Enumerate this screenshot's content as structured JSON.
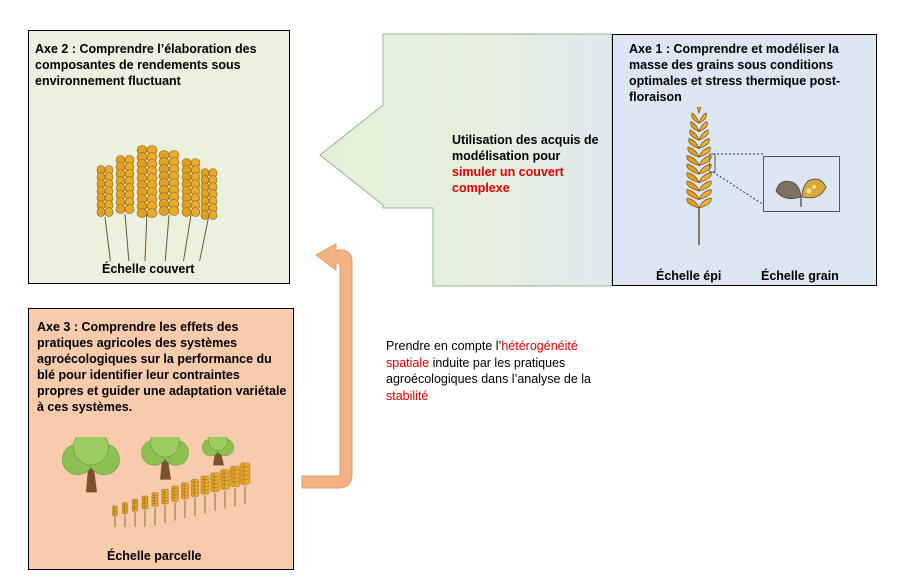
{
  "axe2": {
    "title": "Axe 2 : Comprendre l’élaboration des composantes de rendements sous environnement fluctuant",
    "caption": "Échelle couvert"
  },
  "axe1": {
    "title": "Axe 1 : Comprendre et modéliser la masse des grains sous conditions optimales  et stress thermique post-floraison",
    "caption_epi": "Échelle épi",
    "caption_grain": "Échelle grain"
  },
  "axe3": {
    "title": "Axe 3 : Comprendre les effets des pratiques agricoles des systèmes agroécologiques sur la performance du blé pour identifier leur contraintes propres et guider une adaptation variétale à ces systèmes.",
    "caption": "Échelle parcelle"
  },
  "arrow_text": {
    "part1": "Utilisation des acquis de modélisation pour ",
    "part2": "simuler un couvert complexe"
  },
  "side_note": {
    "part1": "Prendre en compte l’",
    "part2": "hétérogénéité spatiale",
    "part3": " induite par les pratiques agroécologiques dans l’analyse de la ",
    "part4": "stabilité"
  },
  "colors": {
    "axe2_fill": "#ebf1de",
    "axe1_fill": "#dce6f2",
    "axe3_fill": "#f8cbad",
    "arrow_fill": "#e3eedb",
    "curve_arrow": "#f4b183",
    "highlight": "#e00000",
    "wheat": "#e0a020",
    "tree_crown": "#8cc152",
    "trunk": "#7a5230"
  }
}
